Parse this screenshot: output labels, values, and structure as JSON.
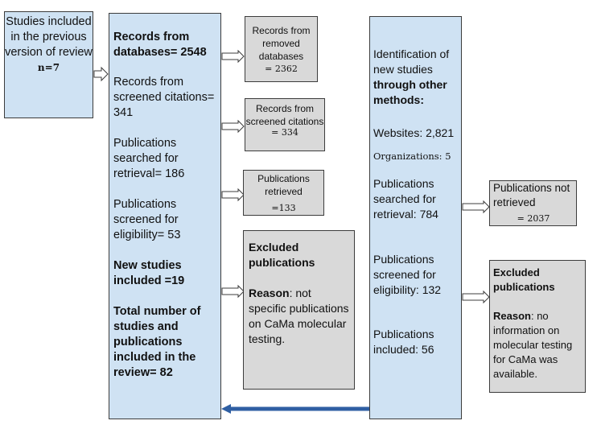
{
  "previous": {
    "text": "Studies included in the previous version of review",
    "n": "n=7"
  },
  "databases": {
    "records_bold": "Records from databases= 2548",
    "records_screened": "Records from screened citations= 341",
    "searched": "Publications searched for retrieval= 186",
    "screened": "Publications screened for eligibility= 53",
    "new_included": "New studies included =19",
    "total": "Total number of studies and publications included in the review= 82"
  },
  "side_db": {
    "removed_label": "Records from removed databases",
    "removed_value": "= 2362",
    "screened_label": "Records from screened citations",
    "screened_value": "= 334",
    "retrieved_label": "Publications retrieved",
    "retrieved_value": "=133",
    "excluded_title": "Excluded publications",
    "excluded_reason_label": "Reason",
    "excluded_reason_text": ": not specific publications on CaMa molecular testing."
  },
  "other_methods": {
    "intro_normal": "Identification of new studies",
    "intro_bold": "through other methods:",
    "websites": "Websites: 2,821",
    "organizations": "Organizations: 5",
    "searched": "Publications searched for retrieval: 784",
    "screened": "Publications screened for eligibility: 132",
    "included": "Publications included: 56"
  },
  "side_other": {
    "not_retrieved_label": "Publications not retrieved",
    "not_retrieved_value": "= 2037",
    "excluded_title": "Excluded publications",
    "excluded_reason_label": "Reason",
    "excluded_reason_text": ": no information on molecular testing for CaMa was available."
  },
  "colors": {
    "blue_box": "#cfe2f3",
    "gray_box": "#d9d9d9",
    "return_arrow": "#2f5fa3"
  }
}
